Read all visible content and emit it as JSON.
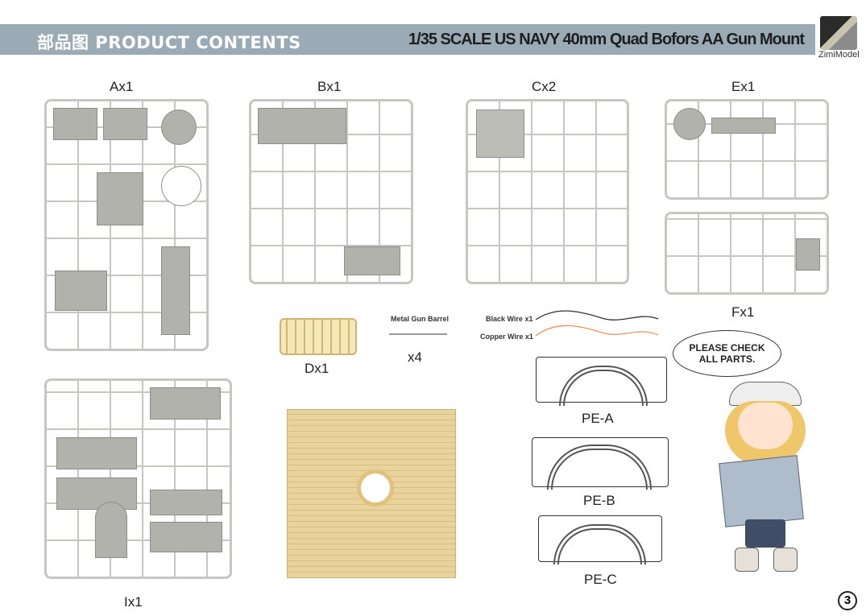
{
  "header": {
    "left_title": "部品图 PRODUCT CONTENTS",
    "right_title": "1/35 SCALE US NAVY 40mm Quad Bofors AA Gun Mount",
    "logo_text": "ZimiModel"
  },
  "sprues": {
    "a": "Ax1",
    "b": "Bx1",
    "c": "Cx2",
    "e": "Ex1",
    "f": "Fx1",
    "d": "Dx1",
    "i": "Ix1"
  },
  "extras": {
    "barrel_label": "Metal Gun Barrel",
    "barrel_qty": "x4",
    "black_wire": "Black Wire x1",
    "copper_wire": "Copper Wire x1",
    "wire_colors": {
      "black": "#333333",
      "copper": "#e8955a"
    }
  },
  "photo_etch": {
    "a": "PE-A",
    "b": "PE-B",
    "c": "PE-C"
  },
  "bubble": {
    "line1": "PLEASE CHECK",
    "line2": "ALL PARTS."
  },
  "page_number": "3"
}
